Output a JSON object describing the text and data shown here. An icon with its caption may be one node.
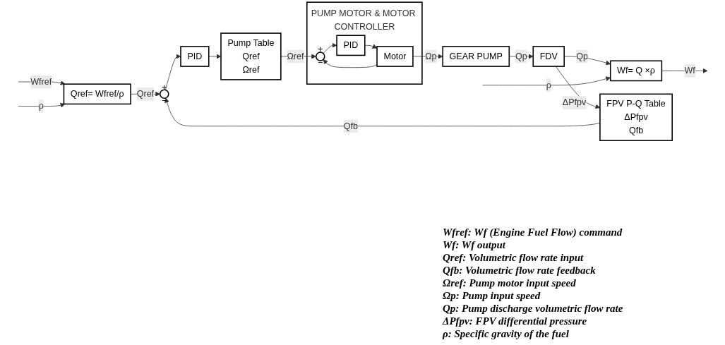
{
  "diagram": {
    "nodes": [
      {
        "text": [
          "Qref= Wfref/ρ"
        ]
      },
      {
        "text": [
          "+",
          "−"
        ]
      },
      {
        "text": [
          "PID"
        ]
      },
      {
        "text": [
          "Pump Table",
          "Qref",
          "Ωref"
        ]
      },
      {
        "text": [
          "PUMP MOTOR & MOTOR CONTROLLER"
        ]
      },
      {
        "text": [
          "+",
          "−"
        ],
        "in": 4
      },
      {
        "text": [
          "PID"
        ],
        "in": 4
      },
      {
        "text": [
          "Motor"
        ],
        "in": 4
      },
      {
        "text": [
          "GEAR PUMP"
        ]
      },
      {
        "text": [
          "FDV"
        ]
      },
      {
        "text": [
          "Wf= Q ×ρ"
        ]
      },
      {
        "text": [
          "FPV P-Q  Table",
          "ΔPfpv",
          "Qfb"
        ]
      }
    ],
    "edges": [
      {
        "from": null,
        "to": 0,
        "arrow": "to",
        "label": "Wfref"
      },
      {
        "from": null,
        "to": 0,
        "arrow": "to",
        "label": "ρ"
      },
      {
        "from": 0,
        "to": 1,
        "arrow": "to",
        "label": "Qref"
      },
      {
        "from": 1,
        "to": 2,
        "arrow": "to"
      },
      {
        "from": 2,
        "to": 3,
        "arrow": "to"
      },
      {
        "from": 3,
        "to": 5,
        "arrow": "to",
        "label": "Ωref"
      },
      {
        "from": 5,
        "to": 6,
        "arrow": "to"
      },
      {
        "from": 6,
        "to": 7,
        "arrow": "to"
      },
      {
        "from": 7,
        "to": 5,
        "arrow": "to"
      },
      {
        "from": 7,
        "to": 8,
        "arrow": "to",
        "label": "Ωp"
      },
      {
        "from": 8,
        "to": 9,
        "arrow": "to",
        "label": "Qp"
      },
      {
        "from": 9,
        "to": 10,
        "arrow": "to",
        "label": "Qp"
      },
      {
        "from": null,
        "to": 10,
        "arrow": "to",
        "label": "ρ"
      },
      {
        "from": 10,
        "to": null,
        "arrow": "to",
        "label": "Wf"
      },
      {
        "from": 9,
        "to": 11,
        "arrow": "to",
        "label": "ΔPfpv"
      },
      {
        "from": 11,
        "to": 1,
        "arrow": "to",
        "label": "Qfb"
      }
    ],
    "labels": [
      "Wfref: Wf (Engine Fuel Flow) command",
      "Wf: Wf output",
      "Qref: Volumetric flow rate input",
      "Qfb: Volumetric flow rate feedback",
      "Ωref: Pump motor input speed",
      "Ωp: Pump input speed",
      "Qp: Pump discharge volumetric flow rate",
      "ΔPfpv: FPV differential pressure",
      "ρ: Specific gravity of the fuel"
    ]
  }
}
